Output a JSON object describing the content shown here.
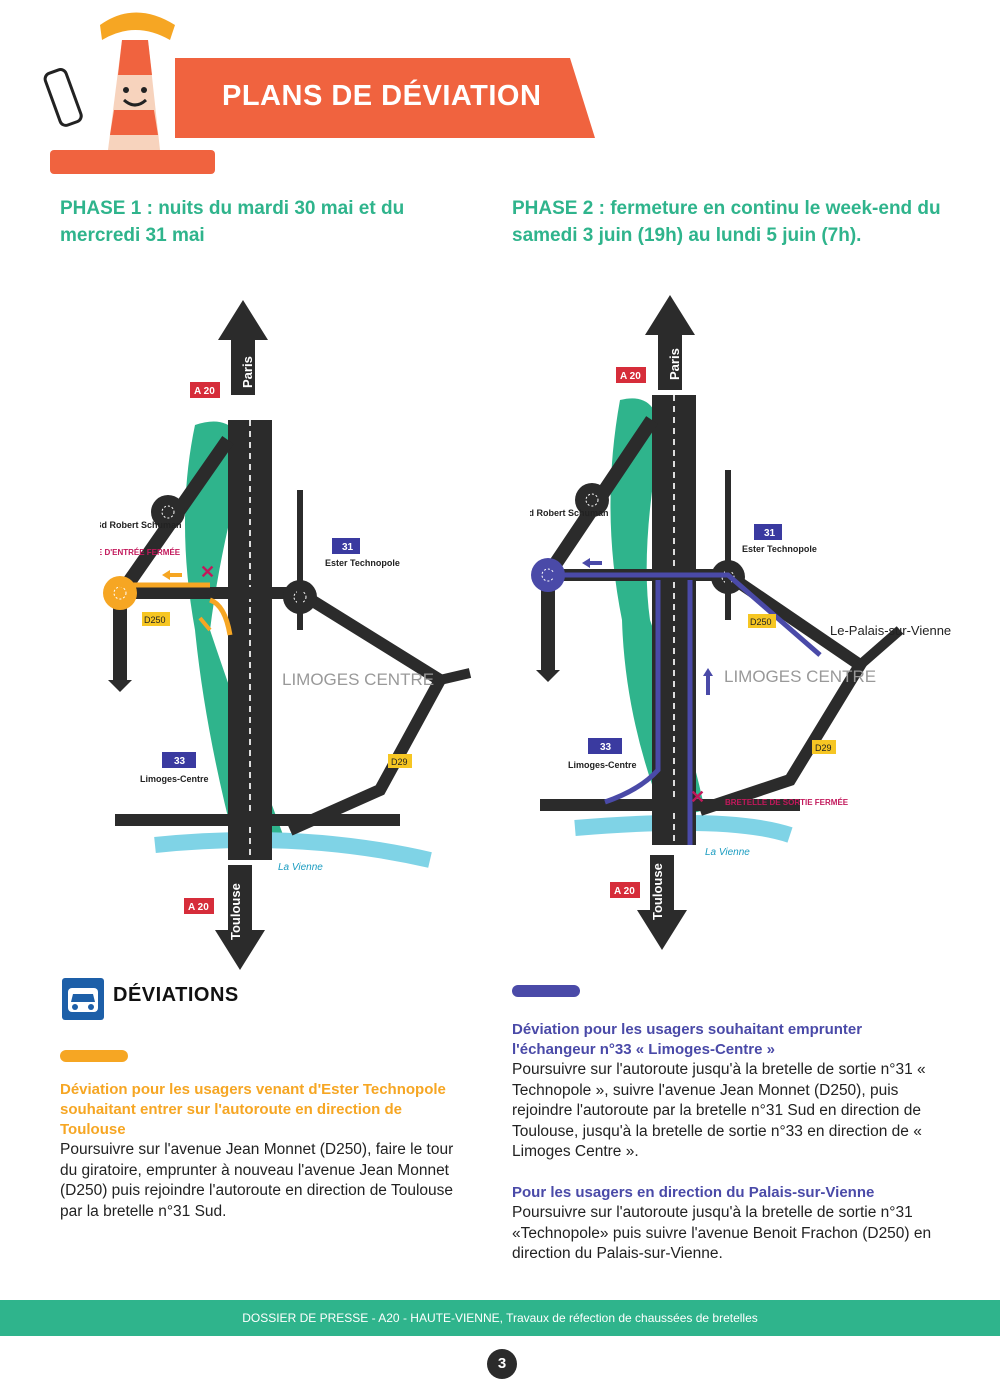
{
  "banner": {
    "title": "PLANS DE DÉVIATION"
  },
  "phase1": {
    "title": "PHASE 1 : nuits du mardi 30 mai et du mercredi 31 mai",
    "map": {
      "a20_top": "A 20",
      "paris": "Paris",
      "a20_bottom": "A 20",
      "toulouse": "Toulouse",
      "bd": "Bd Robert Schuman",
      "bretelle": "BRETELLE D'ENTRÉE FERMÉE",
      "exit31": "31",
      "ester": "Ester Technopole",
      "d250": "D250",
      "limoges": "LIMOGES CENTRE",
      "exit33": "33",
      "limoges_centre": "Limoges-Centre",
      "d29": "D29",
      "vienne": "La Vienne"
    }
  },
  "phase2": {
    "title": "PHASE 2 : fermeture en continu le week-end du samedi 3 juin (19h) au lundi 5 juin (7h).",
    "map": {
      "a20_top": "A 20",
      "paris": "Paris",
      "a20_bottom": "A 20",
      "toulouse": "Toulouse",
      "bd": "Bd Robert Schuman",
      "exit31": "31",
      "ester": "Ester Technopole",
      "d250": "D250",
      "palais": "Le-Palais-sur-Vienne",
      "limoges": "LIMOGES CENTRE",
      "exit33": "33",
      "limoges_centre": "Limoges-Centre",
      "d29": "D29",
      "bretelle": "BRETELLE DE SORTIE FERMÉE",
      "vienne": "La Vienne"
    }
  },
  "deviations": {
    "title": "DÉVIATIONS",
    "orange": {
      "heading": "Déviation pour les usagers venant d'Ester Technopole souhaitant entrer sur l'autoroute en direction de Toulouse",
      "body": "Poursuivre sur l'avenue Jean Monnet (D250), faire le tour du giratoire, emprunter à nouveau l'avenue Jean Monnet (D250) puis rejoindre l'autoroute en direction de Toulouse par la bretelle n°31 Sud."
    },
    "blue1": {
      "heading": "Déviation pour les usagers souhaitant emprunter l'échangeur n°33 « Limoges-Centre »",
      "body": "Poursuivre sur l'autoroute jusqu'à la bretelle de sortie n°31 « Technopole », suivre l'avenue Jean Monnet (D250), puis rejoindre l'autoroute par la bretelle n°31 Sud en direction de Toulouse, jusqu'à la bretelle de sortie n°33 en direction de « Limoges Centre »."
    },
    "blue2": {
      "heading": "Pour les usagers en direction du Palais-sur-Vienne",
      "body": "Poursuivre sur l'autoroute jusqu'à la bretelle de sortie n°31 «Technopole» puis suivre l'avenue Benoit Frachon (D250) en direction du Palais-sur-Vienne."
    }
  },
  "colors": {
    "green": "#2fb48c",
    "orange": "#f6a623",
    "blue": "#4a4aa8",
    "red": "#e4513f",
    "road": "#2b2b2b"
  },
  "footer": {
    "text": "DOSSIER DE PRESSE - A20 - HAUTE-VIENNE, Travaux de réfection de chaussées de bretelles",
    "page": "3"
  }
}
